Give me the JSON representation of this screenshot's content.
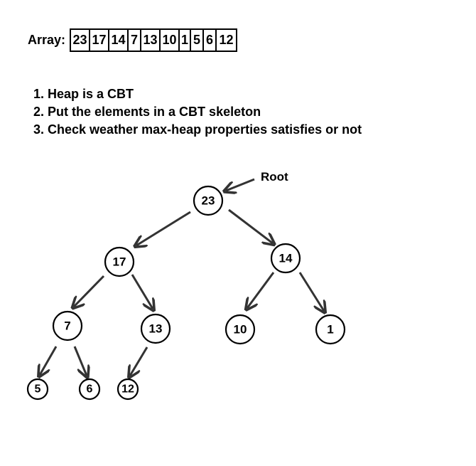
{
  "array": {
    "label": "Array:",
    "values": [
      "23",
      "17",
      "14",
      "7",
      "13",
      "10",
      "1",
      "5",
      "6",
      "12"
    ]
  },
  "steps": [
    "1. Heap is a CBT",
    "2. Put the elements in a CBT skeleton",
    "3. Check weather max-heap properties satisfies or not"
  ],
  "tree": {
    "root_label": "Root",
    "nodes": [
      "23",
      "17",
      "14",
      "7",
      "13",
      "10",
      "1",
      "5",
      "6",
      "12"
    ]
  }
}
